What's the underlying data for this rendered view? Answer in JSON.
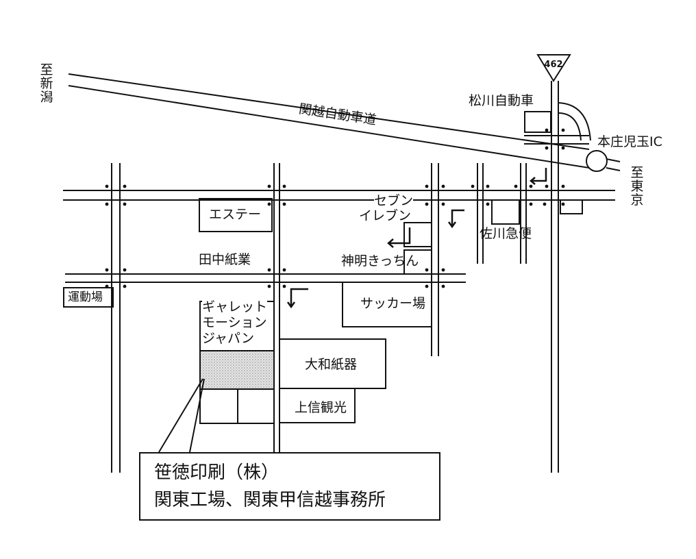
{
  "map": {
    "expressway": "関越自動車道",
    "route_number": "462",
    "to_niigata": "至新潟",
    "to_tokyo": "至東京",
    "interchange": "本庄児玉IC"
  },
  "landmarks": {
    "matsukawa": "松川自動車",
    "sagawa": "佐川急便",
    "seven_eleven_line1": "セブン",
    "seven_eleven_line2": "イレブン",
    "shinmei_kitchen": "神明きっちん",
    "esute": "エステー",
    "tanaka_shigyo": "田中紙業",
    "undojo": "運動場",
    "soccer_field": "サッカー場",
    "gallery_line1": "ギャレット",
    "gallery_line2": "モーション",
    "gallery_line3": "ジャパン",
    "yamato_shiki": "大和紙器",
    "joshin_kanko": "上信観光"
  },
  "callout": {
    "line1": "笹徳印刷（株）",
    "line2": "関東工場、関東甲信越事務所"
  },
  "colors": {
    "ink": "#111111",
    "paper": "#ffffff",
    "stipple": "#cfcfcf"
  },
  "icons": [
    "turn-arrow-icon",
    "route-shield-icon"
  ]
}
